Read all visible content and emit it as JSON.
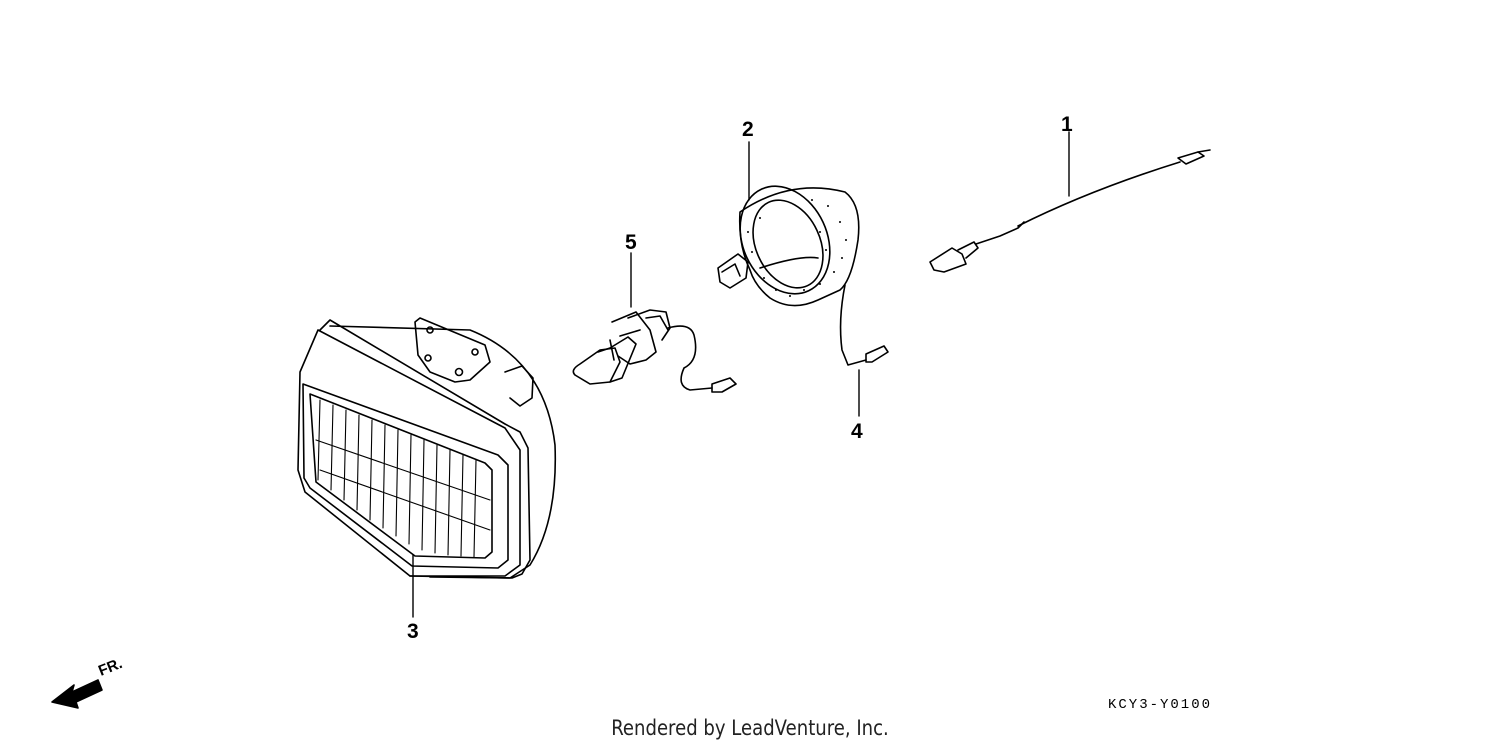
{
  "callouts": {
    "c1": "1",
    "c2": "2",
    "c3": "3",
    "c4": "4",
    "c5": "5"
  },
  "direction": {
    "label": "FR."
  },
  "diagram_code": "KCY3-Y0100",
  "footer": "Rendered by LeadVenture, Inc."
}
